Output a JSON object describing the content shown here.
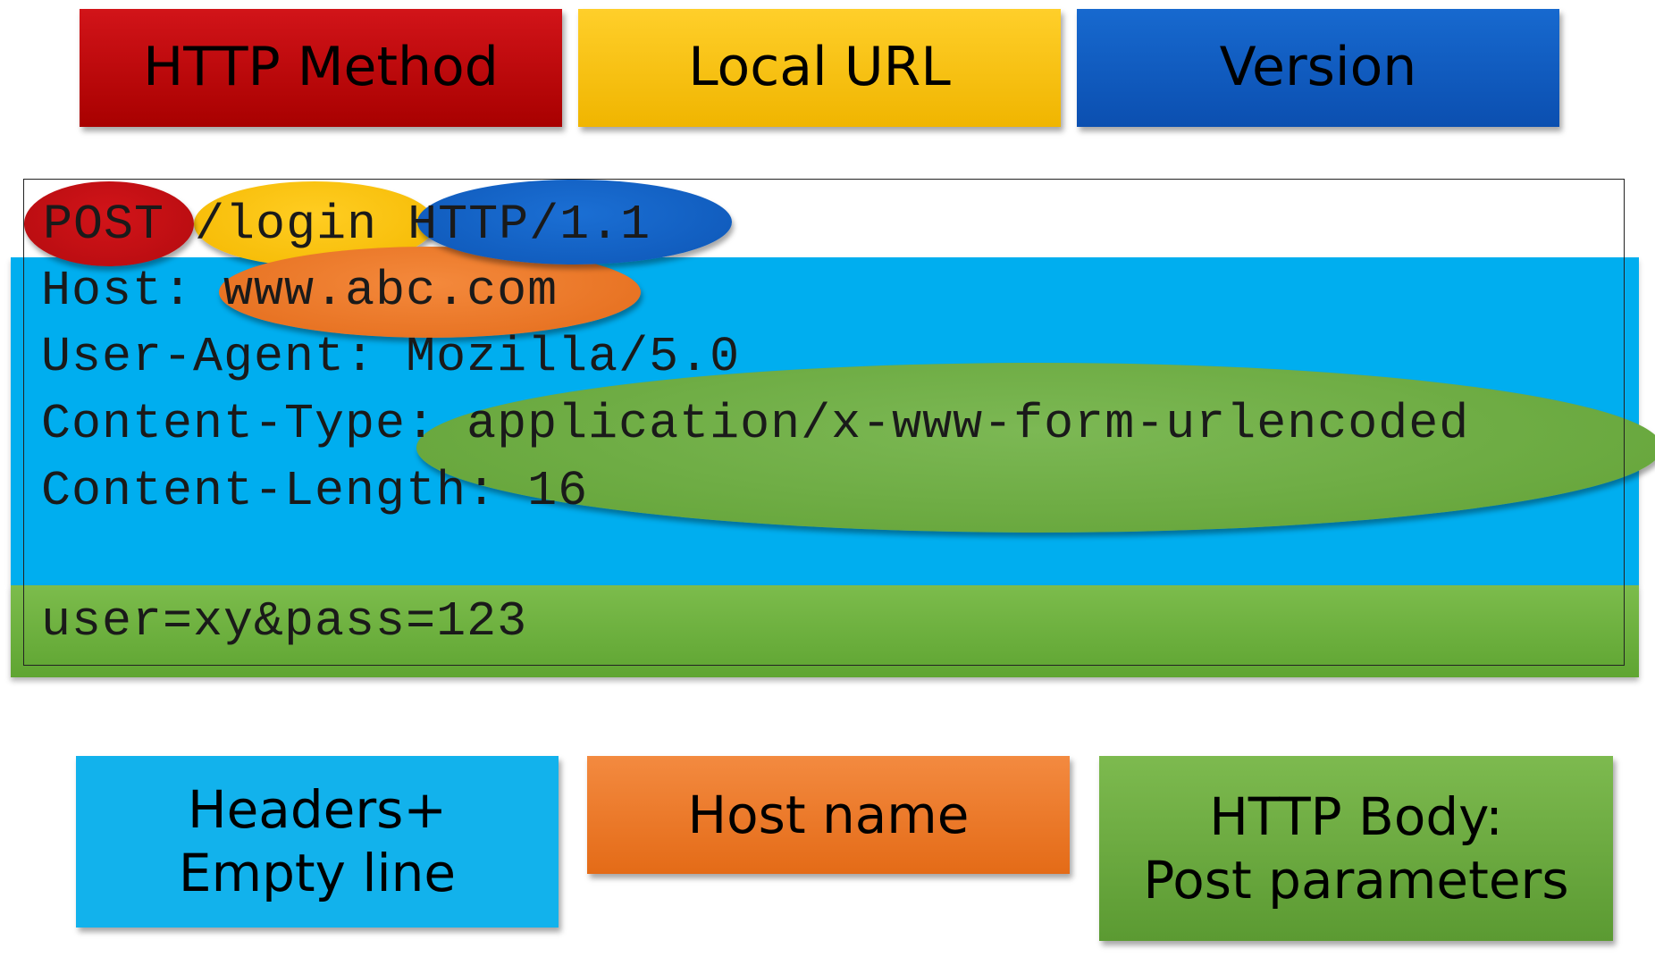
{
  "legend_top": {
    "method_label": "HTTP Method",
    "url_label": "Local URL",
    "version_label": "Version"
  },
  "legend_bottom": {
    "headers_label": "Headers+\nEmpty line",
    "host_label": "Host name",
    "body_label": "HTTP Body:\nPost parameters"
  },
  "request": {
    "method": "POST",
    "path": "/login",
    "version": "HTTP/1.1",
    "host_key": "Host: ",
    "host_value": "www.abc.com",
    "user_agent_line": "User-Agent: Mozilla/5.0",
    "content_type_line": "Content-Type: application/x-www-form-urlencoded",
    "content_length_line": "Content-Length: 16",
    "body_line": "user=xy&pass=123"
  },
  "colors": {
    "method": "#c00000",
    "url": "#ffc000",
    "version": "#0e5ec4",
    "headers": "#00aeef",
    "host": "#ed7d31",
    "body": "#70ad47"
  }
}
